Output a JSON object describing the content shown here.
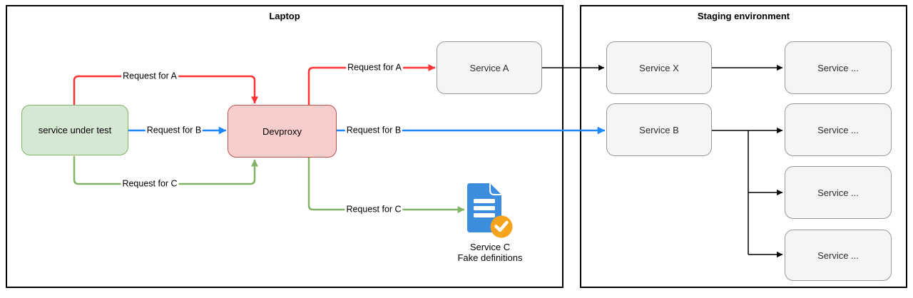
{
  "palette": {
    "red": "#ff3333",
    "blue": "#1e88ff",
    "green": "#82b366",
    "black": "#000000"
  },
  "icon_colors": {
    "document_blue": "#3c8dde",
    "badge_orange": "#f5a31c"
  },
  "laptop": {
    "title": "Laptop",
    "nodes": {
      "service_under_test": "service under test",
      "devproxy": "Devproxy",
      "service_a": "Service A",
      "service_c_title": "Service C",
      "service_c_subtitle": "Fake definitions"
    },
    "edge_labels": {
      "request_a_internal": "Request for A",
      "request_b_internal": "Request for B",
      "request_c_internal": "Request for C",
      "request_a_out": "Request for A",
      "request_b_out": "Request for B",
      "request_c_out": "Request for C"
    }
  },
  "staging": {
    "title": "Staging environment",
    "nodes": {
      "service_x": "Service X",
      "service_b": "Service B",
      "service_more_1": "Service ...",
      "service_more_2": "Service ...",
      "service_more_3": "Service ...",
      "service_more_4": "Service ..."
    }
  }
}
